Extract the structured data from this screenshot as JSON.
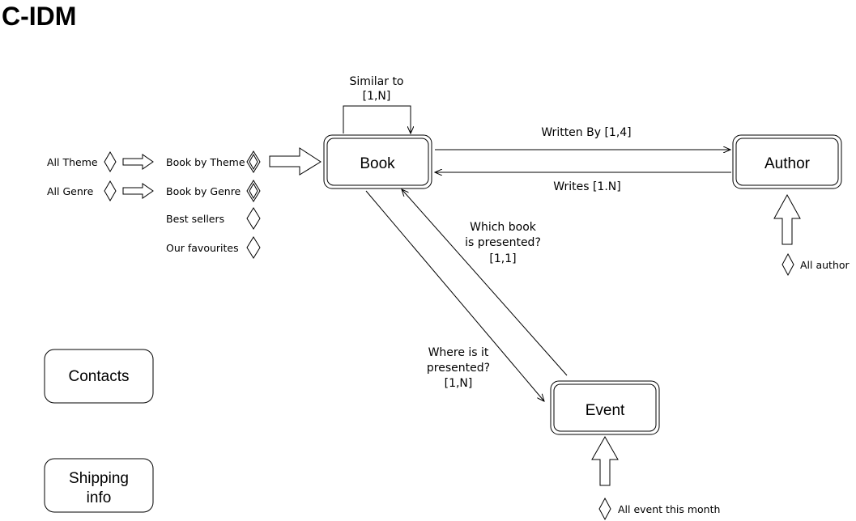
{
  "title": "C-IDM",
  "nodes": {
    "book": "Book",
    "author": "Author",
    "event": "Event",
    "contacts": "Contacts",
    "shipping_line1": "Shipping",
    "shipping_line2": "info"
  },
  "edges": {
    "similar_to_line1": "Similar to",
    "similar_to_line2": "[1,N]",
    "written_by": "Written By [1,4]",
    "writes": "Writes [1.N]",
    "which_book_line1": "Which book",
    "which_book_line2": "is presented?",
    "which_book_line3": "[1,1]",
    "where_line1": "Where is it",
    "where_line2": "presented?",
    "where_line3": "[1,N]"
  },
  "access": {
    "all_theme": "All  Theme",
    "all_genre": "All  Genre",
    "book_by_theme": "Book by Theme",
    "book_by_genre": "Book by Genre",
    "best_sellers": "Best sellers",
    "our_favourites": "Our favourites",
    "all_author": "All author",
    "all_event": "All event this month"
  }
}
